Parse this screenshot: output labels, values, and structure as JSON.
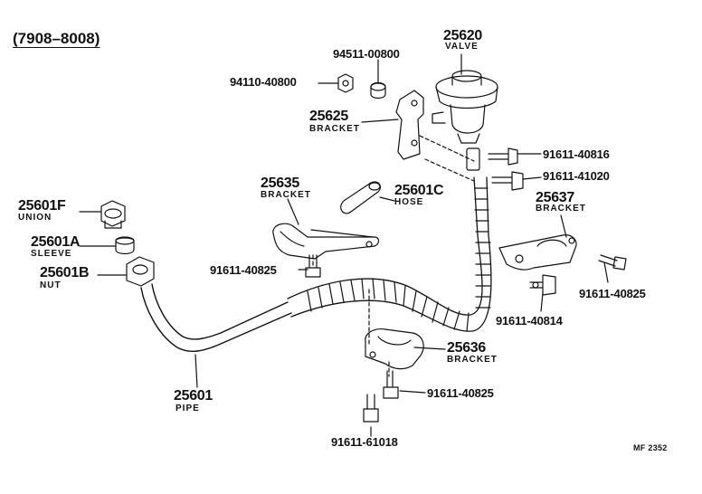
{
  "title": "(7908–8008)",
  "code": "MF 2352",
  "parts": {
    "valve": {
      "number": "25620",
      "name": "VALVE"
    },
    "bracket_25625": {
      "number": "25625",
      "name": "BRACKET"
    },
    "bracket_25635": {
      "number": "25635",
      "name": "BRACKET"
    },
    "hose": {
      "number": "25601C",
      "name": "HOSE"
    },
    "bracket_25637": {
      "number": "25637",
      "name": "BRACKET"
    },
    "union": {
      "number": "25601F",
      "name": "UNION"
    },
    "sleeve": {
      "number": "25601A",
      "name": "SLEEVE"
    },
    "nut": {
      "number": "25601B",
      "name": "NUT"
    },
    "pipe": {
      "number": "25601",
      "name": "PIPE"
    },
    "bracket_25636": {
      "number": "25636",
      "name": "BRACKET"
    }
  },
  "fasteners": [
    "94511-00800",
    "94110-40800",
    "91611-40816",
    "91611-41020",
    "91611-40825",
    "91611-40825",
    "91611-40814",
    "91611-40825",
    "91611-61018"
  ]
}
